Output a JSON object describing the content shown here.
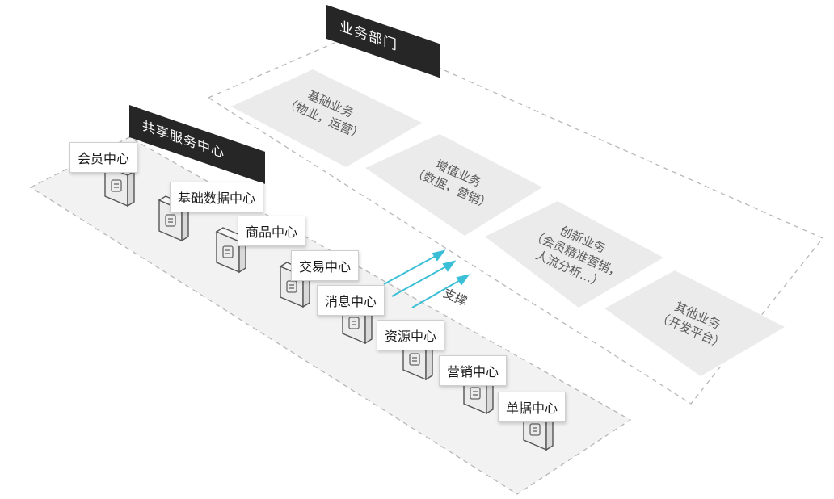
{
  "business_dept": {
    "title": "业务部门",
    "blocks": [
      {
        "line1": "基础业务",
        "line2": "（物业，运营）",
        "line3": ""
      },
      {
        "line1": "增值业务",
        "line2": "（数据，营销）",
        "line3": ""
      },
      {
        "line1": "创新业务",
        "line2": "（会员精准营销，",
        "line3": "人流分析…）"
      },
      {
        "line1": "其他业务",
        "line2": "（开发平台）",
        "line3": ""
      }
    ]
  },
  "shared_services": {
    "title": "共享服务中心",
    "centers": [
      {
        "label": "会员中心",
        "icon": "gem-icon"
      },
      {
        "label": "基础数据中心",
        "icon": "database-icon"
      },
      {
        "label": "商品中心",
        "icon": "shopping-bag-icon"
      },
      {
        "label": "交易中心",
        "icon": "yuan-coin-icon"
      },
      {
        "label": "消息中心",
        "icon": "document-icon"
      },
      {
        "label": "资源中心",
        "icon": "building-icon"
      },
      {
        "label": "营销中心",
        "icon": "bar-chart-icon"
      },
      {
        "label": "单据中心",
        "icon": "ticket-icon"
      }
    ]
  },
  "support_label": "支撑",
  "colors": {
    "arrow": "#3bbfd6",
    "panel": "#f2f2f2",
    "tag_bg": "#262626",
    "cube": "#e9e9e9"
  }
}
